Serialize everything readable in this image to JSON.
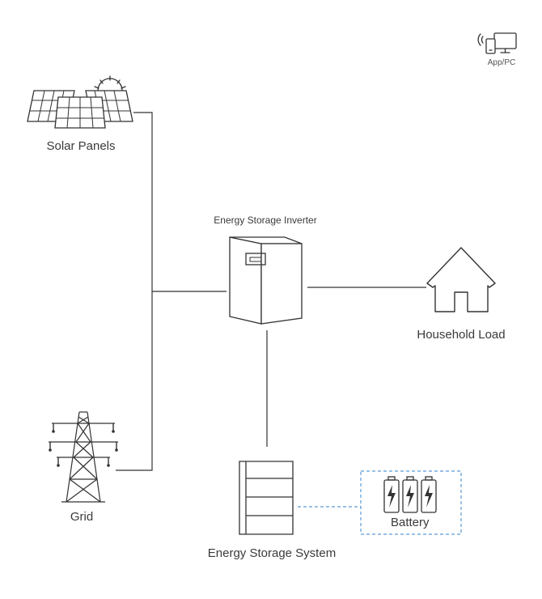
{
  "app_pc": {
    "label": "App/PC",
    "icon": "phone-monitor-wifi-icon"
  },
  "solar": {
    "label": "Solar Panels",
    "icon": "solar-panels-icon"
  },
  "inverter": {
    "label": "Energy Storage Inverter",
    "icon": "inverter-cabinet-icon"
  },
  "household": {
    "label": "Household Load",
    "icon": "house-icon"
  },
  "grid": {
    "label": "Grid",
    "icon": "transmission-tower-icon"
  },
  "ess": {
    "label": "Energy Storage System",
    "icon": "battery-rack-icon"
  },
  "battery": {
    "label": "Battery",
    "icon": "battery-bolt-icon"
  },
  "colors": {
    "line": "#333333",
    "dashed_link": "#5b9bd5"
  }
}
